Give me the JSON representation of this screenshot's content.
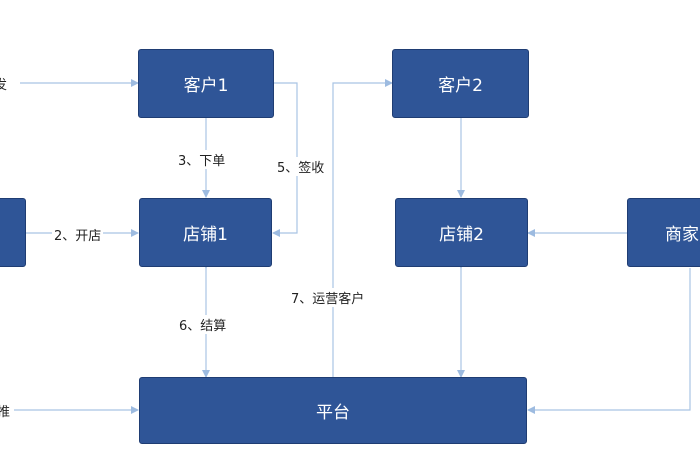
{
  "nodes": {
    "customer1": "客户1",
    "customer2": "客户2",
    "store1": "店铺1",
    "store2": "店铺2",
    "merchant": "商家",
    "platform": "平台"
  },
  "labels": {
    "left_top": "发",
    "open_store": "2、开店",
    "place_order": "3、下单",
    "sign_receipt": "5、签收",
    "settle": "6、结算",
    "operate_customer": "7、运营客户",
    "left_bottom": "推"
  },
  "colors": {
    "node_fill": "#2f5597",
    "arrow": "#a9c4e4"
  }
}
